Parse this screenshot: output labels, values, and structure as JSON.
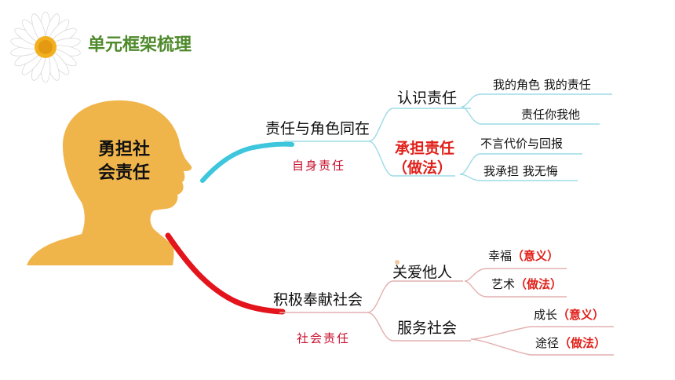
{
  "title": "单元框架梳理",
  "colors": {
    "title": "#4f8a2c",
    "head": "#f0b54a",
    "accent_red": "#e0201a",
    "branch_top": "#3ec6dc",
    "branch_bottom": "#e3141b"
  },
  "decor_icon": "daisy-flower-icon",
  "center": {
    "line1": "勇担社",
    "line2": "会责任"
  },
  "upper": {
    "label": "责任与角色同在",
    "tag": "自身责任",
    "sub1": {
      "label": "认识责任",
      "leaves": [
        "我的角色 我的责任",
        "责任你我他"
      ]
    },
    "sub2": {
      "label_line1": "承担责任",
      "label_line2": "（做法）",
      "leaves": [
        "不言代价与回报",
        "我承担 我无悔"
      ]
    }
  },
  "lower": {
    "label": "积极奉献社会",
    "tag": "社会责任",
    "sub1": {
      "label": "关爱他人",
      "leaves": [
        {
          "text": "幸福",
          "note": "（意义）"
        },
        {
          "text": "艺术",
          "note": "（做法）"
        }
      ]
    },
    "sub2": {
      "label": "服务社会",
      "leaves": [
        {
          "text": "成长",
          "note": "（意义）"
        },
        {
          "text": "途径",
          "note": "（做法）"
        }
      ]
    }
  }
}
